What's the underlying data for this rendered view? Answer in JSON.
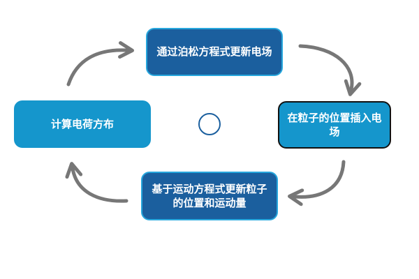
{
  "diagram": {
    "nodes": {
      "top": "通过泊松方程式更新电场",
      "right": "在粒子的位置插入电场",
      "bottom": "基于运动方程式更新粒子的位置和运动量",
      "left": "计算电荷方布"
    },
    "colors": {
      "dark_fill": "#1b5f9e",
      "light_fill": "#1596cc",
      "dark_border": "#27a7dd",
      "outline_border": "#111111",
      "arrow": "#777777",
      "center_circle": "#1b5f9e"
    }
  }
}
